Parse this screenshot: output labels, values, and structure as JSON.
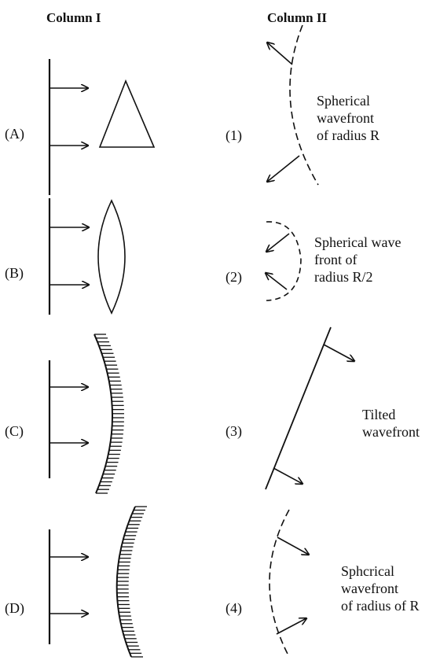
{
  "headers": {
    "column1": "Column I",
    "column2": "Column II"
  },
  "rows": [
    {
      "left_label": "(A)",
      "right_label": "(1)",
      "right_text": "Spherical\nwavefront\nof radius R"
    },
    {
      "left_label": "(B)",
      "right_label": "(2)",
      "right_text": "Spherical wave\nfront of\nradius R/2"
    },
    {
      "left_label": "(C)",
      "right_label": "(3)",
      "right_text": "Tilted\nwavefront"
    },
    {
      "left_label": "(D)",
      "right_label": "(4)",
      "right_text": "Sphcrical\nwavefront\nof radius of R"
    }
  ]
}
